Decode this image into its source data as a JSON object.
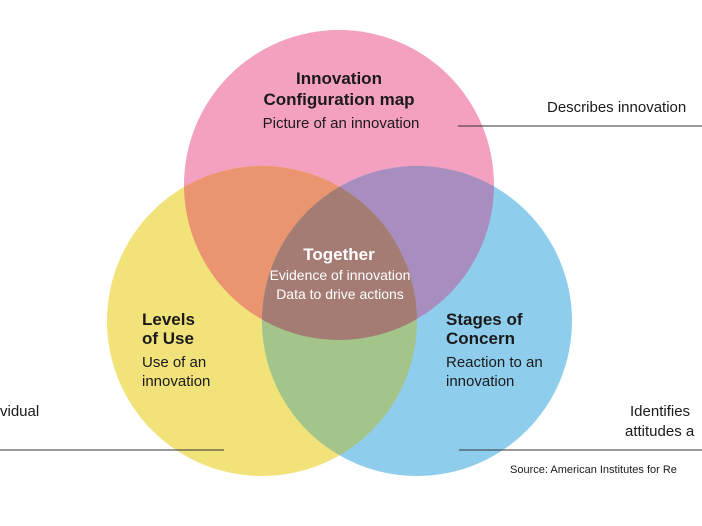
{
  "colors": {
    "innovation_configuration": "#F4A0C0",
    "levels_of_use": "#F2E27A",
    "stages_of_concern": "#8FCDEC",
    "overlap_pink_yellow": "#EB9470",
    "overlap_pink_blue": "#A88DBF",
    "overlap_yellow_blue": "#A3C58A",
    "overlap_center": "#A57C74"
  },
  "circles": {
    "top": {
      "title_line1": "Innovation",
      "title_line2": "Configuration map",
      "desc": "Picture of an innovation"
    },
    "left": {
      "title_line1": "Levels",
      "title_line2": "of Use",
      "desc_line1": "Use of an",
      "desc_line2": "innovation"
    },
    "right": {
      "title_line1": "Stages of",
      "title_line2": "Concern",
      "desc_line1": "Reaction to an",
      "desc_line2": "innovation"
    }
  },
  "center": {
    "title": "Together",
    "line1": "Evidence of innovation",
    "line2": "Data to drive actions"
  },
  "callouts": {
    "top_right": "Describes innovation",
    "left": "vidual",
    "right_line1": "Identifies",
    "right_line2": "attitudes a"
  },
  "source": "Source: American Institutes for Re"
}
